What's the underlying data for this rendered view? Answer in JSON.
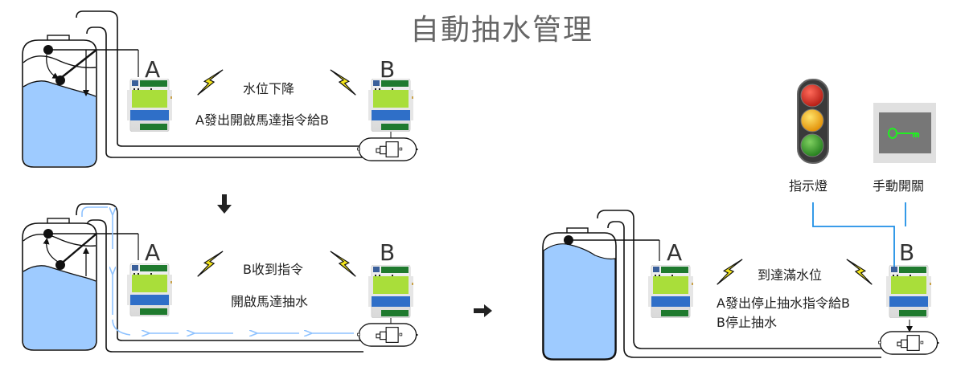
{
  "title": "自動抽水管理",
  "colors": {
    "water": "#9ecbff",
    "flow_arrow": "#8ec2ff",
    "signal_line": "#1e8fe6",
    "bolt": "#f5e61b",
    "controller_green": "#a9de3a",
    "controller_blue": "#2f6fc8",
    "key": "#22ee22",
    "key_panel": "#777777",
    "key_frame": "#e0e0e0"
  },
  "panels": [
    {
      "id": "panel-water-low",
      "tank_state": "water-dropping",
      "controller_a_label": "A",
      "controller_b_label": "B",
      "message_lines": [
        "水位下降",
        "A發出開啟馬達指令給B"
      ],
      "pipe_flow": false
    },
    {
      "id": "panel-pumping",
      "tank_state": "water-rising",
      "controller_a_label": "A",
      "controller_b_label": "B",
      "message_lines": [
        "B收到指令",
        "開啟馬達抽水"
      ],
      "pipe_flow": true
    },
    {
      "id": "panel-full",
      "tank_state": "full",
      "controller_a_label": "A",
      "controller_b_label": "B",
      "message_lines": [
        "到達滿水位",
        "A發出停止抽水指令給B",
        "B停止抽水"
      ],
      "pipe_flow": false
    }
  ],
  "flow_arrows": [
    {
      "name": "step-down-arrow",
      "icon": "arrow-down"
    },
    {
      "name": "step-right-arrow",
      "icon": "arrow-right"
    }
  ],
  "peripherals": [
    {
      "name": "indicator-light",
      "label": "指示燈",
      "icon": "traffic-light-icon"
    },
    {
      "name": "manual-switch",
      "label": "手動開關",
      "icon": "key-icon"
    }
  ]
}
